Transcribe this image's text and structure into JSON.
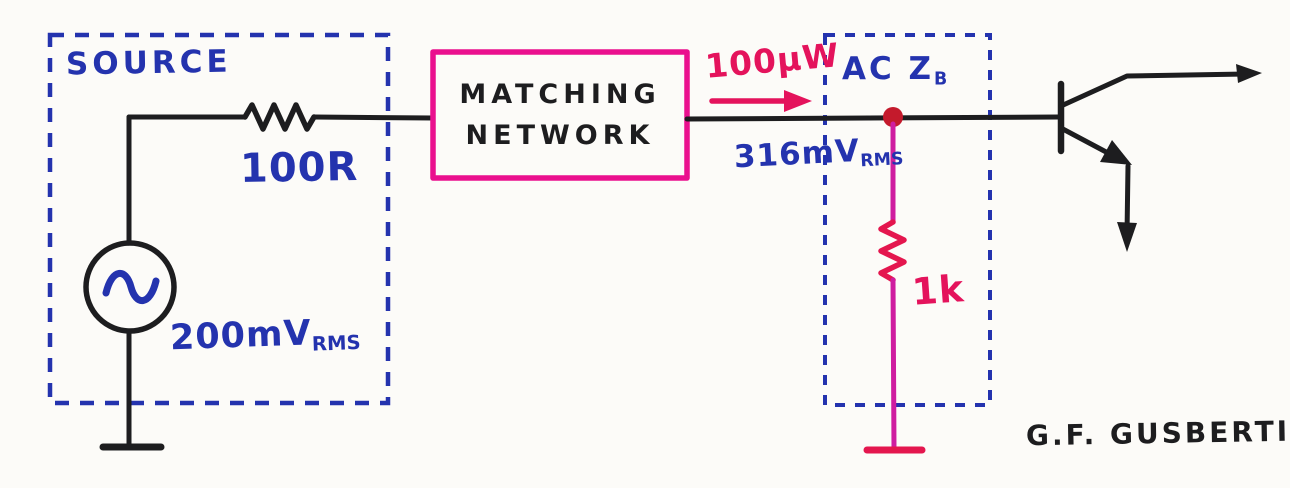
{
  "colors": {
    "paper": "#fcfbf8",
    "ink_black": "#1d1d1f",
    "ink_blue": "#2433ae",
    "ink_magenta": "#ea108e",
    "ink_pink": "#e4135c",
    "ink_red": "#c41a2c",
    "ink_pink_wire": "#cf1da0",
    "ink_pink_res": "#e4164e"
  },
  "source_box": {
    "title": "SOURCE",
    "resistor_value": "100R",
    "voltage_main": "200mV",
    "voltage_sub": "RMS"
  },
  "matching_network": {
    "line1": "MATCHING",
    "line2": "NETWORK"
  },
  "power_flow": {
    "label": "100µW"
  },
  "load_box": {
    "title_main": "AC Z",
    "title_sub": "B",
    "voltage_main": "316mV",
    "voltage_sub": "RMS",
    "resistor_value": "1k"
  },
  "signature": {
    "text": "G.F. GUSBERTI"
  }
}
